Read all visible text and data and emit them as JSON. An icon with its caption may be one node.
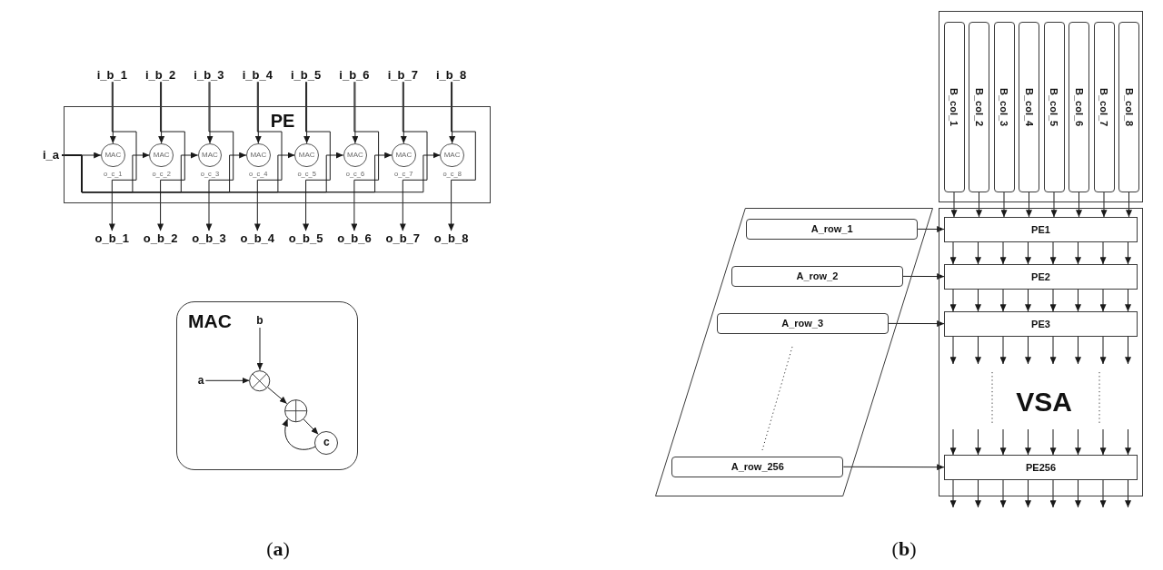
{
  "diagram": {
    "nodes": [
      {
        "text": [
          "i_b_1"
        ]
      },
      {
        "text": [
          "i_b_2"
        ]
      },
      {
        "text": [
          "i_b_3"
        ]
      },
      {
        "text": [
          "i_b_4"
        ]
      },
      {
        "text": [
          "i_b_5"
        ]
      },
      {
        "text": [
          "i_b_6"
        ]
      },
      {
        "text": [
          "i_b_7"
        ]
      },
      {
        "text": [
          "i_b_8"
        ]
      },
      {
        "text": [
          "PE"
        ]
      },
      {
        "text": [
          "i_a"
        ]
      },
      {
        "text": [
          "MAC"
        ],
        "beside": [
          "o_c_1"
        ],
        "in": 8
      },
      {
        "text": [
          "MAC"
        ],
        "beside": [
          "o_c_2"
        ],
        "in": 8
      },
      {
        "text": [
          "MAC"
        ],
        "beside": [
          "o_c_3"
        ],
        "in": 8
      },
      {
        "text": [
          "MAC"
        ],
        "beside": [
          "o_c_4"
        ],
        "in": 8
      },
      {
        "text": [
          "MAC"
        ],
        "beside": [
          "o_c_5"
        ],
        "in": 8
      },
      {
        "text": [
          "MAC"
        ],
        "beside": [
          "o_c_6"
        ],
        "in": 8
      },
      {
        "text": [
          "MAC"
        ],
        "beside": [
          "o_c_7"
        ],
        "in": 8
      },
      {
        "text": [
          "MAC"
        ],
        "beside": [
          "o_c_8"
        ],
        "in": 8
      },
      {
        "text": [
          "o_b_1"
        ]
      },
      {
        "text": [
          "o_b_2"
        ]
      },
      {
        "text": [
          "o_b_3"
        ]
      },
      {
        "text": [
          "o_b_4"
        ]
      },
      {
        "text": [
          "o_b_5"
        ]
      },
      {
        "text": [
          "o_b_6"
        ]
      },
      {
        "text": [
          "o_b_7"
        ]
      },
      {
        "text": [
          "o_b_8"
        ]
      },
      {
        "text": [
          "MAC"
        ]
      },
      {
        "text": [
          "b"
        ],
        "in": 26
      },
      {
        "text": [
          "a"
        ],
        "in": 26
      },
      {
        "text": [],
        "shape": "circle",
        "in": 26
      },
      {
        "text": [],
        "shape": "circle",
        "in": 26
      },
      {
        "text": [
          "c"
        ],
        "in": 26
      },
      {
        "text": [],
        "shape": "box"
      },
      {
        "text": [
          "B_col_1"
        ],
        "in": 32
      },
      {
        "text": [
          "B_col_2"
        ],
        "in": 32
      },
      {
        "text": [
          "B_col_3"
        ],
        "in": 32
      },
      {
        "text": [
          "B_col_4"
        ],
        "in": 32
      },
      {
        "text": [
          "B_col_5"
        ],
        "in": 32
      },
      {
        "text": [
          "B_col_6"
        ],
        "in": 32
      },
      {
        "text": [
          "B_col_7"
        ],
        "in": 32
      },
      {
        "text": [
          "B_col_8"
        ],
        "in": 32
      },
      {
        "text": [],
        "shape": "parallelogram"
      },
      {
        "text": [
          "A_row_1"
        ],
        "in": 41
      },
      {
        "text": [
          "A_row_2"
        ],
        "in": 41
      },
      {
        "text": [
          "A_row_3"
        ],
        "in": 41
      },
      {
        "text": [
          "A_row_256"
        ],
        "in": 41
      },
      {
        "text": [
          "VSA"
        ]
      },
      {
        "text": [
          "PE1"
        ],
        "in": 46
      },
      {
        "text": [
          "PE2"
        ],
        "in": 46
      },
      {
        "text": [
          "PE3"
        ],
        "in": 46
      },
      {
        "text": [
          "PE256"
        ],
        "in": 46
      }
    ],
    "edges": [
      {
        "from": 0,
        "to": 10,
        "arrow": "to"
      },
      {
        "from": 1,
        "to": 11,
        "arrow": "to"
      },
      {
        "from": 2,
        "to": 12,
        "arrow": "to"
      },
      {
        "from": 3,
        "to": 13,
        "arrow": "to"
      },
      {
        "from": 4,
        "to": 14,
        "arrow": "to"
      },
      {
        "from": 5,
        "to": 15,
        "arrow": "to"
      },
      {
        "from": 6,
        "to": 16,
        "arrow": "to"
      },
      {
        "from": 7,
        "to": 17,
        "arrow": "to"
      },
      {
        "from": 0,
        "to": 18,
        "arrow": "to"
      },
      {
        "from": 1,
        "to": 19,
        "arrow": "to"
      },
      {
        "from": 2,
        "to": 20,
        "arrow": "to"
      },
      {
        "from": 3,
        "to": 21,
        "arrow": "to"
      },
      {
        "from": 4,
        "to": 22,
        "arrow": "to"
      },
      {
        "from": 5,
        "to": 23,
        "arrow": "to"
      },
      {
        "from": 6,
        "to": 24,
        "arrow": "to"
      },
      {
        "from": 7,
        "to": 25,
        "arrow": "to"
      },
      {
        "from": 9,
        "to": 10,
        "arrow": "to"
      },
      {
        "from": 9,
        "to": 11,
        "arrow": "to"
      },
      {
        "from": 9,
        "to": 12,
        "arrow": "to"
      },
      {
        "from": 9,
        "to": 13,
        "arrow": "to"
      },
      {
        "from": 9,
        "to": 14,
        "arrow": "to"
      },
      {
        "from": 9,
        "to": 15,
        "arrow": "to"
      },
      {
        "from": 9,
        "to": 16,
        "arrow": "to"
      },
      {
        "from": 9,
        "to": 17,
        "arrow": "to"
      },
      {
        "from": 27,
        "to": 29,
        "arrow": "to"
      },
      {
        "from": 28,
        "to": 29,
        "arrow": "to"
      },
      {
        "from": 29,
        "to": 30,
        "arrow": "to"
      },
      {
        "from": 30,
        "to": 31,
        "arrow": "to"
      },
      {
        "from": 31,
        "to": 30,
        "arrow": "to"
      },
      {
        "from": 33,
        "to": 47,
        "arrow": "to"
      },
      {
        "from": 34,
        "to": 47,
        "arrow": "to"
      },
      {
        "from": 35,
        "to": 47,
        "arrow": "to"
      },
      {
        "from": 36,
        "to": 47,
        "arrow": "to"
      },
      {
        "from": 37,
        "to": 47,
        "arrow": "to"
      },
      {
        "from": 38,
        "to": 47,
        "arrow": "to"
      },
      {
        "from": 39,
        "to": 47,
        "arrow": "to"
      },
      {
        "from": 40,
        "to": 47,
        "arrow": "to"
      },
      {
        "from": 42,
        "to": 47,
        "arrow": "to"
      },
      {
        "from": 43,
        "to": 48,
        "arrow": "to"
      },
      {
        "from": 44,
        "to": 49,
        "arrow": "to"
      },
      {
        "from": 45,
        "to": 50,
        "arrow": "to"
      },
      {
        "from": 47,
        "to": 48,
        "arrow": "to"
      },
      {
        "from": 47,
        "to": 48,
        "arrow": "to"
      },
      {
        "from": 47,
        "to": 48,
        "arrow": "to"
      },
      {
        "from": 47,
        "to": 48,
        "arrow": "to"
      },
      {
        "from": 47,
        "to": 48,
        "arrow": "to"
      },
      {
        "from": 47,
        "to": 48,
        "arrow": "to"
      },
      {
        "from": 47,
        "to": 48,
        "arrow": "to"
      },
      {
        "from": 47,
        "to": 48,
        "arrow": "to"
      },
      {
        "from": 48,
        "to": 49,
        "arrow": "to"
      },
      {
        "from": 48,
        "to": 49,
        "arrow": "to"
      },
      {
        "from": 48,
        "to": 49,
        "arrow": "to"
      },
      {
        "from": 48,
        "to": 49,
        "arrow": "to"
      },
      {
        "from": 48,
        "to": 49,
        "arrow": "to"
      },
      {
        "from": 48,
        "to": 49,
        "arrow": "to"
      },
      {
        "from": 48,
        "to": 49,
        "arrow": "to"
      },
      {
        "from": 48,
        "to": 49,
        "arrow": "to"
      },
      {
        "from": 49,
        "to": null,
        "arrow": "to"
      },
      {
        "from": 49,
        "to": null,
        "arrow": "to"
      },
      {
        "from": 49,
        "to": null,
        "arrow": "to"
      },
      {
        "from": 49,
        "to": null,
        "arrow": "to"
      },
      {
        "from": 49,
        "to": null,
        "arrow": "to"
      },
      {
        "from": 49,
        "to": null,
        "arrow": "to"
      },
      {
        "from": 49,
        "to": null,
        "arrow": "to"
      },
      {
        "from": 49,
        "to": null,
        "arrow": "to"
      },
      {
        "from": null,
        "to": 50,
        "arrow": "to"
      },
      {
        "from": null,
        "to": 50,
        "arrow": "to"
      },
      {
        "from": null,
        "to": 50,
        "arrow": "to"
      },
      {
        "from": null,
        "to": 50,
        "arrow": "to"
      },
      {
        "from": null,
        "to": 50,
        "arrow": "to"
      },
      {
        "from": null,
        "to": 50,
        "arrow": "to"
      },
      {
        "from": null,
        "to": 50,
        "arrow": "to"
      },
      {
        "from": null,
        "to": 50,
        "arrow": "to"
      },
      {
        "from": 50,
        "to": null,
        "arrow": "to"
      },
      {
        "from": 50,
        "to": null,
        "arrow": "to"
      },
      {
        "from": 50,
        "to": null,
        "arrow": "to"
      },
      {
        "from": 50,
        "to": null,
        "arrow": "to"
      },
      {
        "from": 50,
        "to": null,
        "arrow": "to"
      },
      {
        "from": 50,
        "to": null,
        "arrow": "to"
      },
      {
        "from": 50,
        "to": null,
        "arrow": "to"
      },
      {
        "from": 50,
        "to": null,
        "arrow": "to"
      }
    ],
    "labels": [
      "(**a**)",
      "(**b**)"
    ]
  }
}
